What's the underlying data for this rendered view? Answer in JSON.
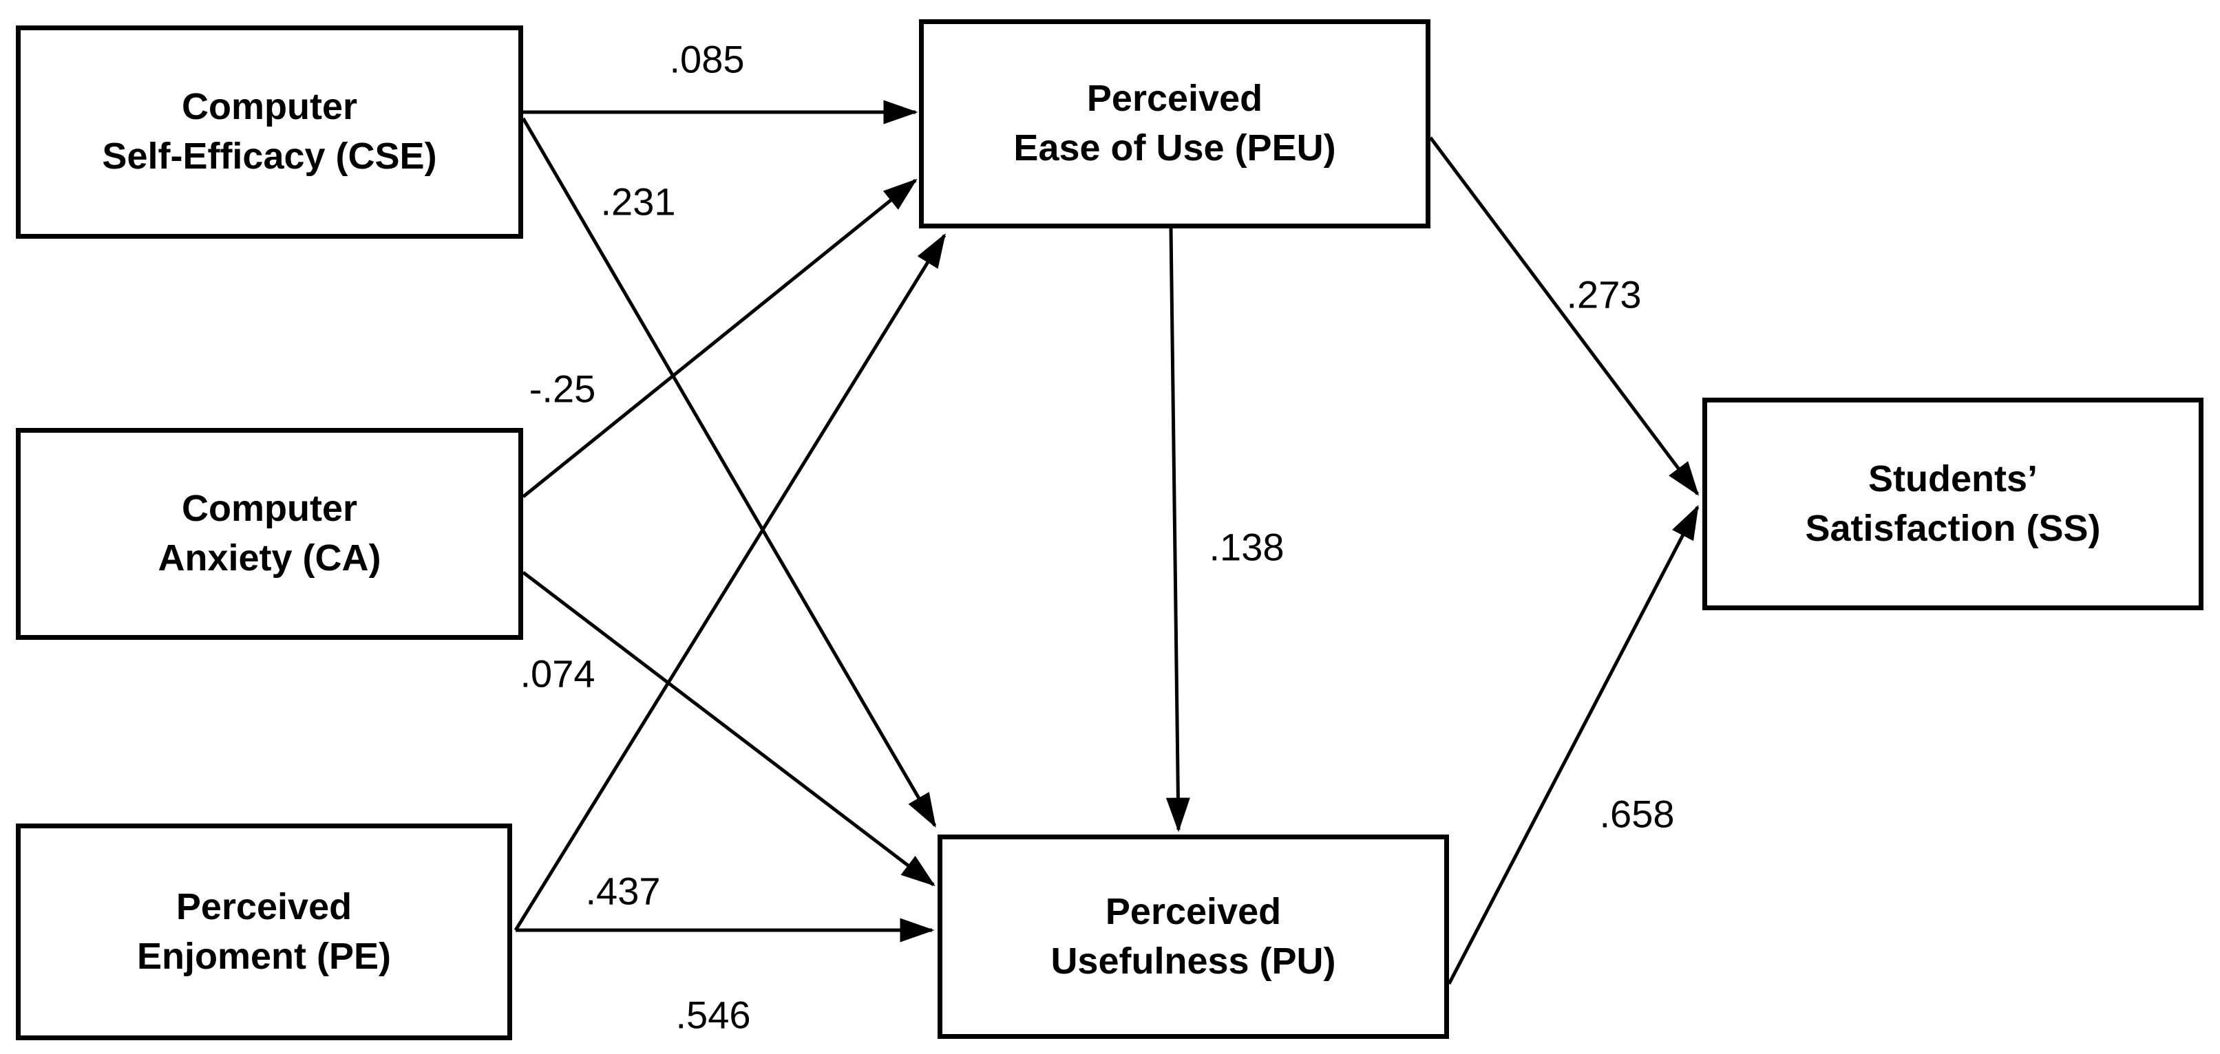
{
  "diagram": {
    "background_color": "#ffffff",
    "line_color": "#000000",
    "text_color": "#000000"
  },
  "nodes": [
    {
      "id": "CSE",
      "line1": "Computer",
      "line2": "Self-Efficacy (CSE)"
    },
    {
      "id": "CA",
      "line1": "Computer",
      "line2": "Anxiety (CA)"
    },
    {
      "id": "PE",
      "line1": "Perceived",
      "line2": "Enjoment (PE)"
    },
    {
      "id": "PEU",
      "line1": "Perceived",
      "line2": "Ease of Use (PEU)"
    },
    {
      "id": "PU",
      "line1": "Perceived",
      "line2": "Usefulness (PU)"
    },
    {
      "id": "SS",
      "line1": "Students’",
      "line2": "Satisfaction (SS)"
    }
  ],
  "edges": [
    {
      "from": "CSE",
      "to": "PEU",
      "coefficient": ".085"
    },
    {
      "from": "CSE",
      "to": "PU",
      "coefficient": ".231"
    },
    {
      "from": "CA",
      "to": "PEU",
      "coefficient": "-.25"
    },
    {
      "from": "CA",
      "to": "PU",
      "coefficient": ".074"
    },
    {
      "from": "PE",
      "to": "PEU",
      "coefficient": ".437"
    },
    {
      "from": "PE",
      "to": "PU",
      "coefficient": ".546"
    },
    {
      "from": "PEU",
      "to": "PU",
      "coefficient": ".138"
    },
    {
      "from": "PEU",
      "to": "SS",
      "coefficient": ".273"
    },
    {
      "from": "PU",
      "to": "SS",
      "coefficient": ".658"
    }
  ]
}
